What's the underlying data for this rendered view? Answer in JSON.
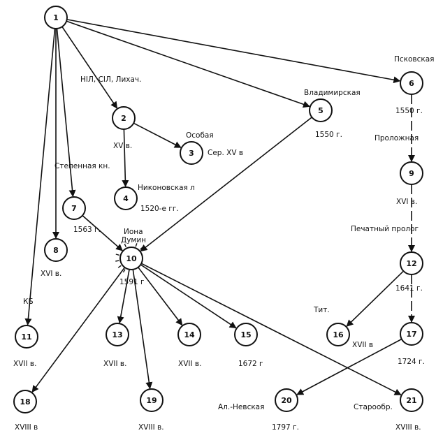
{
  "nodes": [
    {
      "id": "1",
      "caption": ""
    },
    {
      "id": "2",
      "caption": "XV в."
    },
    {
      "id": "3",
      "caption": "Сер. XV в"
    },
    {
      "id": "4",
      "caption": "1520-е гг."
    },
    {
      "id": "5",
      "caption": "1550 г."
    },
    {
      "id": "6",
      "caption": "1550 г."
    },
    {
      "id": "7",
      "caption": "1563 г."
    },
    {
      "id": "8",
      "caption": "XVI в."
    },
    {
      "id": "9",
      "caption": "XVI в."
    },
    {
      "id": "10",
      "caption": "1591 г"
    },
    {
      "id": "11",
      "caption": "XVII в."
    },
    {
      "id": "12",
      "caption": "1641 г."
    },
    {
      "id": "13",
      "caption": "XVII в."
    },
    {
      "id": "14",
      "caption": "XVII в."
    },
    {
      "id": "15",
      "caption": "1672 г"
    },
    {
      "id": "16",
      "caption": "XVII в"
    },
    {
      "id": "17",
      "caption": "1724 г."
    },
    {
      "id": "18",
      "caption": "XVIII в"
    },
    {
      "id": "19",
      "caption": "XVIII в."
    },
    {
      "id": "20",
      "caption": "1797 г."
    },
    {
      "id": "21",
      "caption": "XVIII в."
    }
  ],
  "names": {
    "n3": "Особая",
    "n4": "Никоновская л",
    "n5": "Владимирская",
    "n6": "Псковская",
    "n10_line1": "Иона",
    "n10_line2": "Думин",
    "n16": "Тит.",
    "n20": "Ал.-Невская",
    "n21": "Старообр."
  },
  "edge_labels": {
    "e1_2": "НIЛ, СIЛ, Лихач.",
    "e1_7": "Степенная кн.",
    "e1_11": "КБ",
    "e6_9": "Проложная",
    "e9_12": "Печатный пролог"
  }
}
